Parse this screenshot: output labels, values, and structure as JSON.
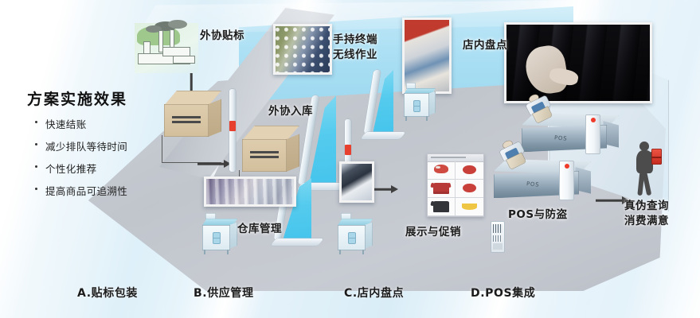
{
  "diagram": {
    "left_panel": {
      "title": "方案实施效果",
      "bullets": [
        "快速结账",
        "减少排队等待时间",
        "个性化推荐",
        "提高商品可追溯性"
      ]
    },
    "stage_labels": [
      {
        "id": "a",
        "text": "A.贴标包装"
      },
      {
        "id": "b",
        "text": "B.供应管理"
      },
      {
        "id": "c",
        "text": "C.店内盘点"
      },
      {
        "id": "d",
        "text": "D.POS集成"
      }
    ],
    "callouts": [
      {
        "id": "outsource-label",
        "text": "外协贴标"
      },
      {
        "id": "handheld-terminal",
        "text": "手持终端\n无线作业"
      },
      {
        "id": "store-inventory",
        "text": "店内盘点"
      },
      {
        "id": "outsource-inbound",
        "text": "外协入库"
      },
      {
        "id": "warehouse-mgmt",
        "text": "仓库管理"
      },
      {
        "id": "display-promotion",
        "text": "展示与促销"
      },
      {
        "id": "pos-antitheft",
        "text": "POS与防盗"
      },
      {
        "id": "authenticity",
        "text": "真伪查询\n消费满意"
      }
    ],
    "pos_counters": [
      {
        "caption": "POS"
      },
      {
        "caption": "POS"
      }
    ],
    "colors": {
      "accent_cyan": "#4ec7ed",
      "wall_blue": "#a8def3",
      "floor_grey": "#c4c8cf",
      "box_tan": "#dccdae",
      "alert_red": "#e8402f",
      "text_dark": "#1b1b1b"
    }
  }
}
